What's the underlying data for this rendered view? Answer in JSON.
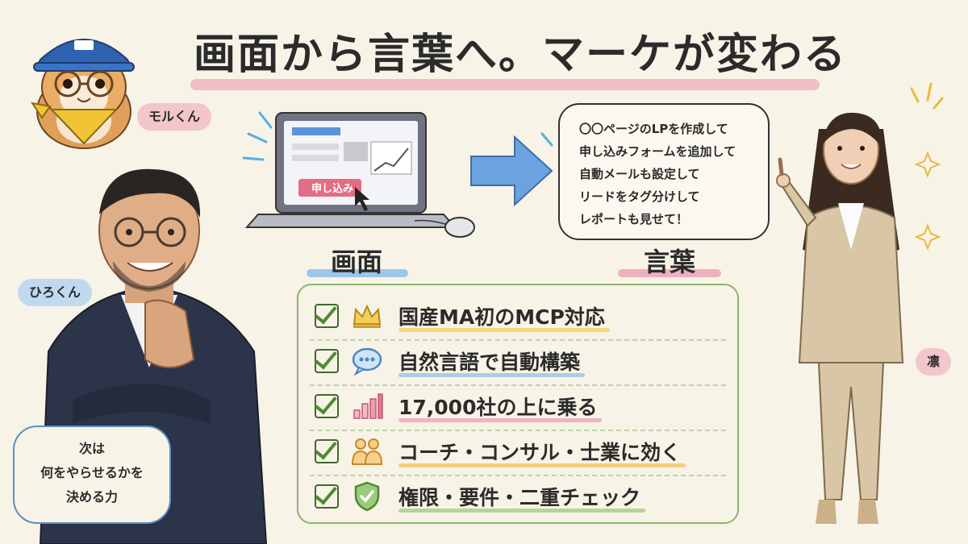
{
  "title": "画面から言葉へ。マーケが変わる",
  "characters": {
    "moru": "モルくん",
    "hiro": "ひろくん",
    "rin": "凛"
  },
  "screen": {
    "button_label": "申し込み",
    "label": "画面"
  },
  "words": {
    "label": "言葉",
    "bubble_lines": [
      "〇〇ページのLPを作成して",
      "申し込みフォームを追加して",
      "自動メールも設定して",
      "リードをタグ分けして",
      "レポートも見せて！"
    ]
  },
  "hiro_bubble_lines": [
    "次は",
    "何をやらせるかを",
    "決める力"
  ],
  "checklist": [
    {
      "icon": "crown-icon",
      "text": "国産MA初のMCP対応",
      "highlight": "#f2cf5b"
    },
    {
      "icon": "chat-bubble-icon",
      "text": "自然言語で自動構築",
      "highlight": "#8fc0e8"
    },
    {
      "icon": "bar-chart-icon",
      "text": "17,000社の上に乗る",
      "highlight": "#ec9db0"
    },
    {
      "icon": "people-icon",
      "text": "コーチ・コンサル・士業に効く",
      "highlight": "#f2c35b"
    },
    {
      "icon": "shield-check-icon",
      "text": "権限・要件・二重チェック",
      "highlight": "#9ccb7e"
    }
  ]
}
